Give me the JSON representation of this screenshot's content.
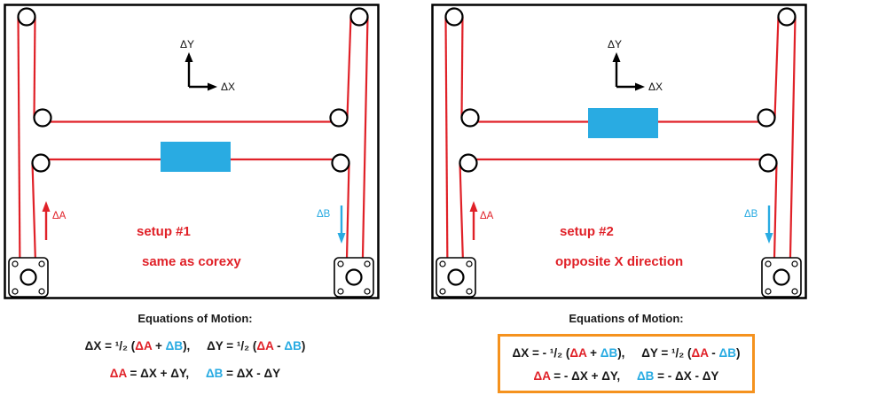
{
  "colors": {
    "red": "#e02128",
    "blue": "#29abe2",
    "orange": "#f5921e",
    "ink": "#1a1a1a"
  },
  "panels": {
    "left": {
      "axis": {
        "y_label": "ΔY",
        "x_label": "ΔX"
      },
      "belt_a_label": "ΔA",
      "belt_b_label": "ΔB",
      "caption_line1": "setup #1",
      "caption_line2": "same as corexy"
    },
    "right": {
      "axis": {
        "y_label": "ΔY",
        "x_label": "ΔX"
      },
      "belt_a_label": "ΔA",
      "belt_b_label": "ΔB",
      "caption_line1": "setup #2",
      "caption_line2": "opposite X direction"
    }
  },
  "equations": {
    "left": {
      "title": "Equations of Motion:",
      "line1": {
        "x_open": "ΔX = ¹/₂ (",
        "a1": "ΔA",
        "op1": " + ",
        "b1": "ΔB",
        "close_comma": "),     ",
        "y_open": "ΔY = ¹/₂ (",
        "a2": "ΔA",
        "op2": " - ",
        "b2": "ΔB",
        "close": ")"
      },
      "line2": {
        "a": "ΔA",
        "a_rest": " = ΔX + ΔY,     ",
        "b": "ΔB",
        "b_rest": " = ΔX - ΔY"
      }
    },
    "right": {
      "title": "Equations of Motion:",
      "line1": {
        "x_open": "ΔX = - ¹/₂ (",
        "a1": "ΔA",
        "op1": " + ",
        "b1": "ΔB",
        "close_comma": "),     ",
        "y_open": "ΔY = ¹/₂ (",
        "a2": "ΔA",
        "op2": " - ",
        "b2": "ΔB",
        "close": ")"
      },
      "line2": {
        "a": "ΔA",
        "a_rest": " = - ΔX + ΔY,     ",
        "b": "ΔB",
        "b_rest": " = - ΔX - ΔY"
      }
    }
  }
}
